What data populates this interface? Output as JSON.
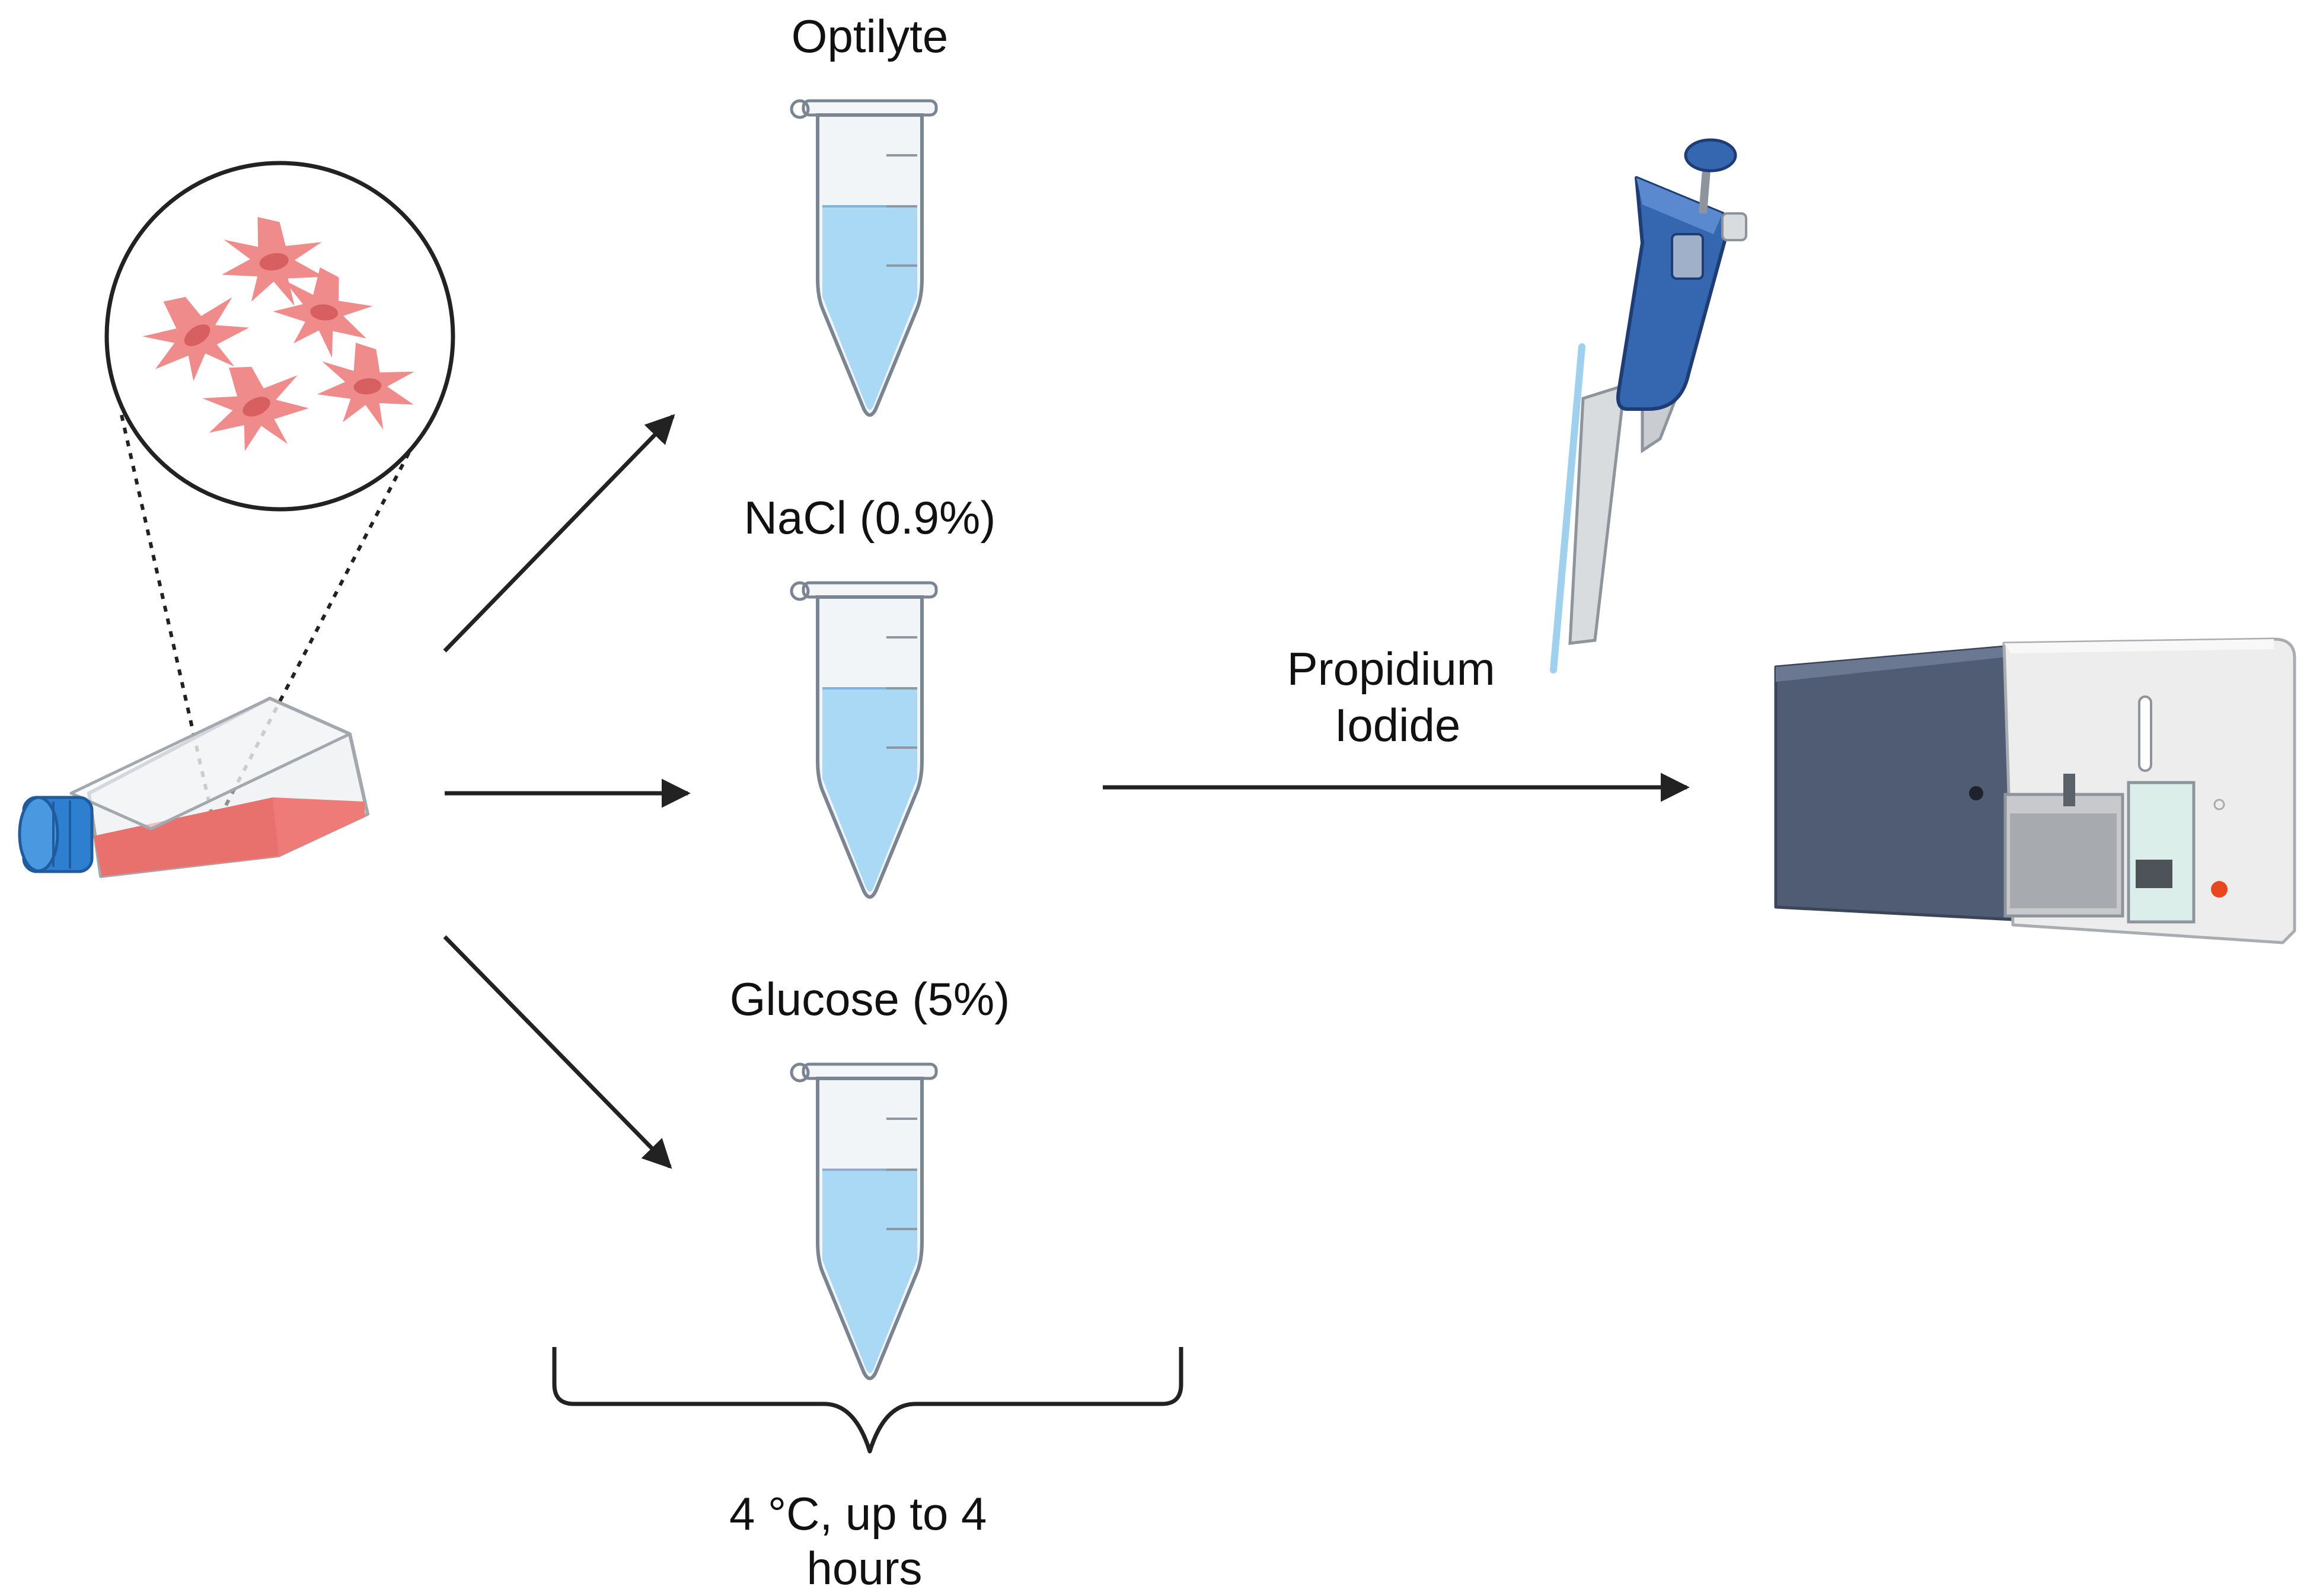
{
  "labels": {
    "tube1": "Optilyte",
    "tube2": "NaCl (0.9%)",
    "tube3": "Glucose (5%)",
    "reagent_line1": "Propidium",
    "reagent_line2": "Iodide",
    "condition_line1": "4 °C, up to 4",
    "condition_line2": "hours"
  },
  "icons": [
    "cell-culture-flask-icon",
    "cell-magnification-icon",
    "microtube-icon",
    "micropipette-icon",
    "flow-cytometer-icon"
  ],
  "colors": {
    "cells": "#ef8b8b",
    "cell_nucleus": "#d85f5f",
    "medium": "#ef7b78",
    "flask_cap": "#2f7fd0",
    "tube_liquid": "#a9d9f4",
    "pipette": "#3566b0",
    "instrument_dark": "#4f5c73",
    "instrument_light": "#ededed",
    "arrow": "#222222"
  }
}
